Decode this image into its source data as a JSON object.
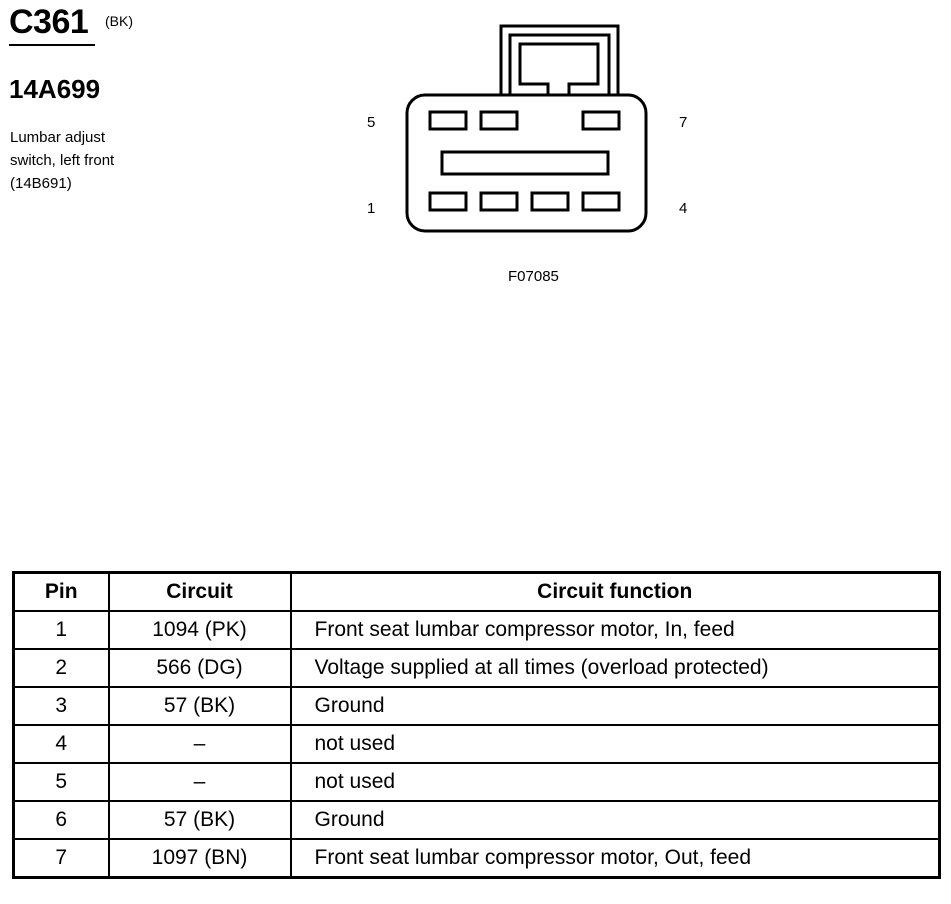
{
  "header": {
    "connector_id": "C361",
    "connector_color": "(BK)",
    "part_number": "14A699",
    "description_lines": [
      "Lumbar adjust",
      "switch, left front",
      "(14B691)"
    ]
  },
  "diagram": {
    "pin_labels": {
      "top_left": "5",
      "top_right": "7",
      "bottom_left": "1",
      "bottom_right": "4"
    },
    "figure_code": "F07085"
  },
  "table": {
    "headers": [
      "Pin",
      "Circuit",
      "Circuit function"
    ],
    "rows": [
      {
        "pin": "1",
        "circuit": "1094 (PK)",
        "function": "Front seat lumbar compressor motor, In, feed"
      },
      {
        "pin": "2",
        "circuit": "566 (DG)",
        "function": "Voltage supplied at all times (overload protected)"
      },
      {
        "pin": "3",
        "circuit": "57 (BK)",
        "function": "Ground"
      },
      {
        "pin": "4",
        "circuit": "–",
        "function": "not used"
      },
      {
        "pin": "5",
        "circuit": "–",
        "function": "not used"
      },
      {
        "pin": "6",
        "circuit": "57 (BK)",
        "function": "Ground"
      },
      {
        "pin": "7",
        "circuit": "1097 (BN)",
        "function": "Front seat lumbar compressor motor, Out, feed"
      }
    ]
  }
}
